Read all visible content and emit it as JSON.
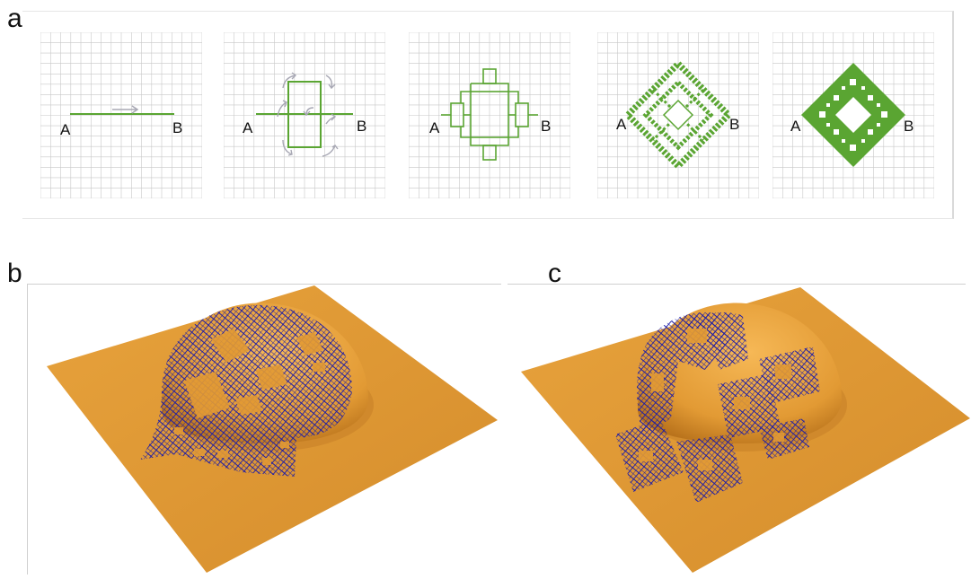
{
  "panels": {
    "a": {
      "letter": "a"
    },
    "b": {
      "letter": "b"
    },
    "c": {
      "letter": "c"
    }
  },
  "iteration_steps": [
    {
      "start_label": "A",
      "end_label": "B"
    },
    {
      "start_label": "A",
      "end_label": "B"
    },
    {
      "start_label": "A",
      "end_label": "B"
    },
    {
      "start_label": "A",
      "end_label": "B"
    },
    {
      "start_label": "A",
      "end_label": "B"
    }
  ],
  "colors": {
    "curve": "#5aa532",
    "curve_fill": "#5aa532",
    "grid": "#c8c8c8",
    "arrow": "#a8a8b4",
    "surface": "#e29a34",
    "surface_dark": "#c07a22",
    "mesh": "#1c1ca8"
  }
}
